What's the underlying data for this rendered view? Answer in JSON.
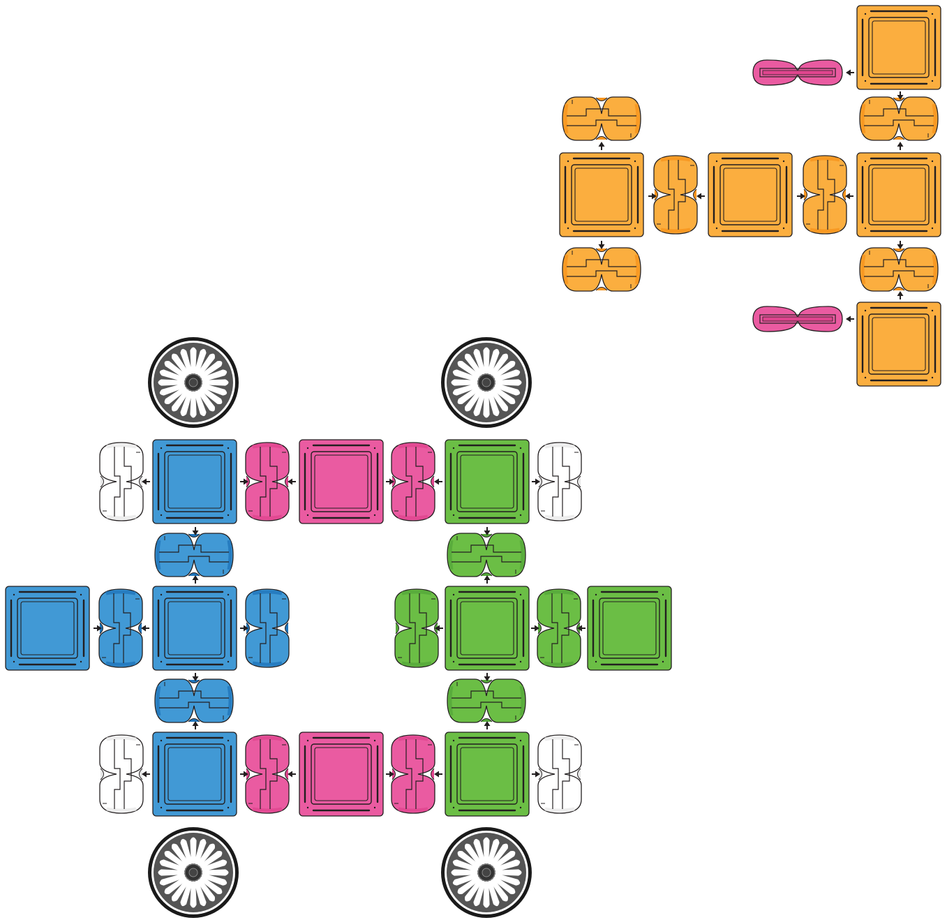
{
  "colors": {
    "orange": "#FBAE3F",
    "orange_dark": "#F7941D",
    "blue": "#4199D5",
    "blue_dark": "#1F74BA",
    "pink": "#EA5BA1",
    "pink_dark": "#E0458E",
    "green": "#6BBE45",
    "green_dark": "#55A83A",
    "white": "#FFFFFF",
    "white_dark": "#E8E8E8",
    "wheel_tire": "#1A1A1A",
    "wheel_hub": "#555555",
    "outline": "#231F20"
  },
  "icons": {
    "square_tile": "square-magnetic-tile-icon",
    "connector": "clip-connector-icon",
    "long_connector": "long-clip-connector-icon",
    "wheel": "spoked-wheel-icon",
    "arrow": "assembly-arrow-icon"
  },
  "assemblies": {
    "orange_frame": {
      "tile_color": "orange",
      "tile_count": 5,
      "connector_count": 6,
      "long_connector_color": "pink",
      "long_connector_count": 2
    },
    "vehicle_base": {
      "tile_colors": [
        "blue",
        "pink",
        "green"
      ],
      "tile_count": 10,
      "connector_count": 16,
      "wheel_count": 4
    }
  }
}
